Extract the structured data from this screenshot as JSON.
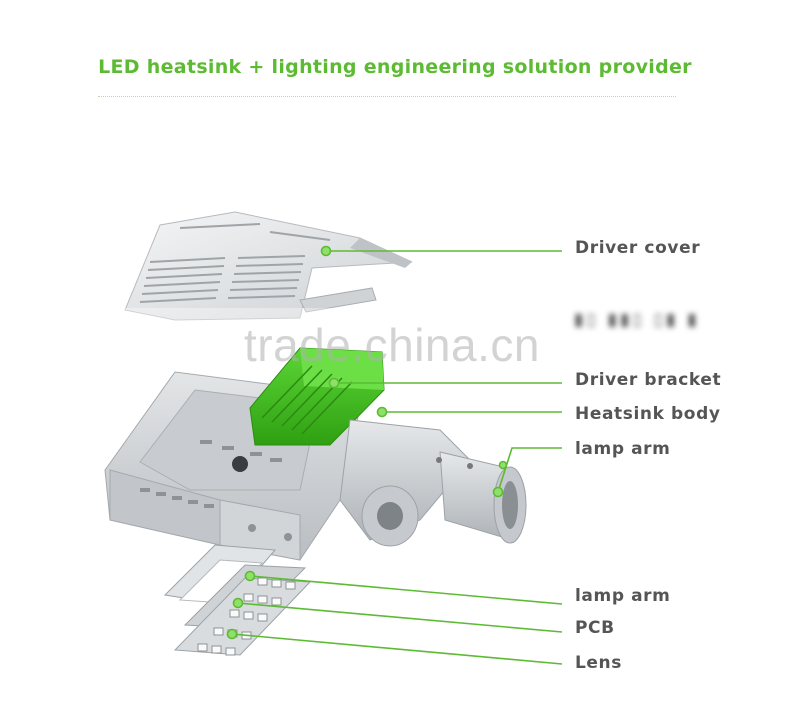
{
  "header": {
    "title": "LED heatsink + lighting engineering solution provider"
  },
  "watermark": {
    "text": "trade.china.cn"
  },
  "callouts": [
    {
      "id": "driver-cover",
      "label": "Driver cover"
    },
    {
      "id": "driver-bracket",
      "label": "Driver bracket"
    },
    {
      "id": "heatsink-body",
      "label": "Heatsink body"
    },
    {
      "id": "lamp-arm-top",
      "label": "lamp arm"
    },
    {
      "id": "lamp-arm-bottom",
      "label": "lamp arm"
    },
    {
      "id": "pcb",
      "label": "PCB"
    },
    {
      "id": "lens",
      "label": "Lens"
    }
  ],
  "colors": {
    "accent": "#5dbb33",
    "driver_green": "#3cc21a",
    "label_text": "#555555",
    "metal": "#d6d9dc"
  }
}
